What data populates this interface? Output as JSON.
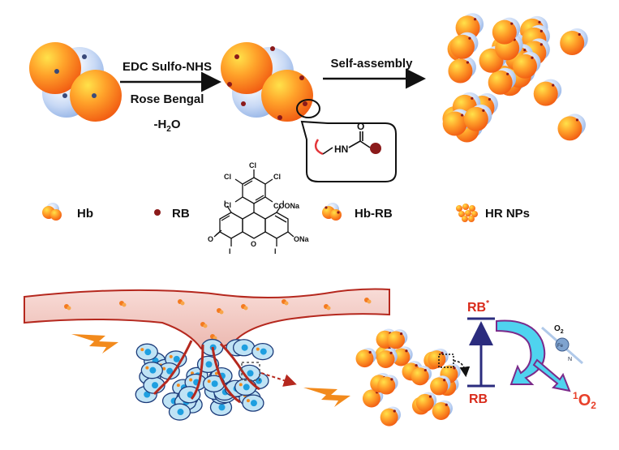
{
  "top_row": {
    "step1_label_a": "EDC Sulfo-NHS",
    "step1_label_b": "Rose Bengal",
    "step1_label_c_pre": "-H",
    "step1_label_c_sub": "2",
    "step1_label_c_post": "O",
    "step2_label": "Self-assembly",
    "amide_nh": "HN",
    "amide_o": "O"
  },
  "legend": {
    "hb": "Hb",
    "rb": "RB",
    "hb_rb": "Hb-RB",
    "hr_nps": "HR NPs"
  },
  "structure": {
    "cl": "Cl",
    "i": "I",
    "o": "O",
    "coona": "COONa",
    "ona": "ONa"
  },
  "bottom": {
    "rb_star": "RB",
    "rb_star_sup": "*",
    "rb_ground": "RB",
    "singlet_sup": "1",
    "singlet_main": "O",
    "singlet_sub": "2",
    "o2_label": "O",
    "o2_sub": "2",
    "fe_label": "Fe",
    "n_label": "N"
  },
  "colors": {
    "hb_orange": "#f47a1f",
    "hb_yellow": "#ffd23a",
    "hb_blue": "#a9c6ef",
    "rb_dot": "#8b1a1a",
    "vessel": "#f2c9c4",
    "vessel_edge": "#b5281e",
    "cell_fill": "#bfe3f5",
    "cell_edge": "#1c3b7a",
    "energy_level": "#2b2c7e",
    "rb_text": "#d92b1b",
    "arrow_cyan": "#4fd3ef",
    "arrow_purple": "#7b2a8a",
    "lightning": "#f28a1c"
  }
}
